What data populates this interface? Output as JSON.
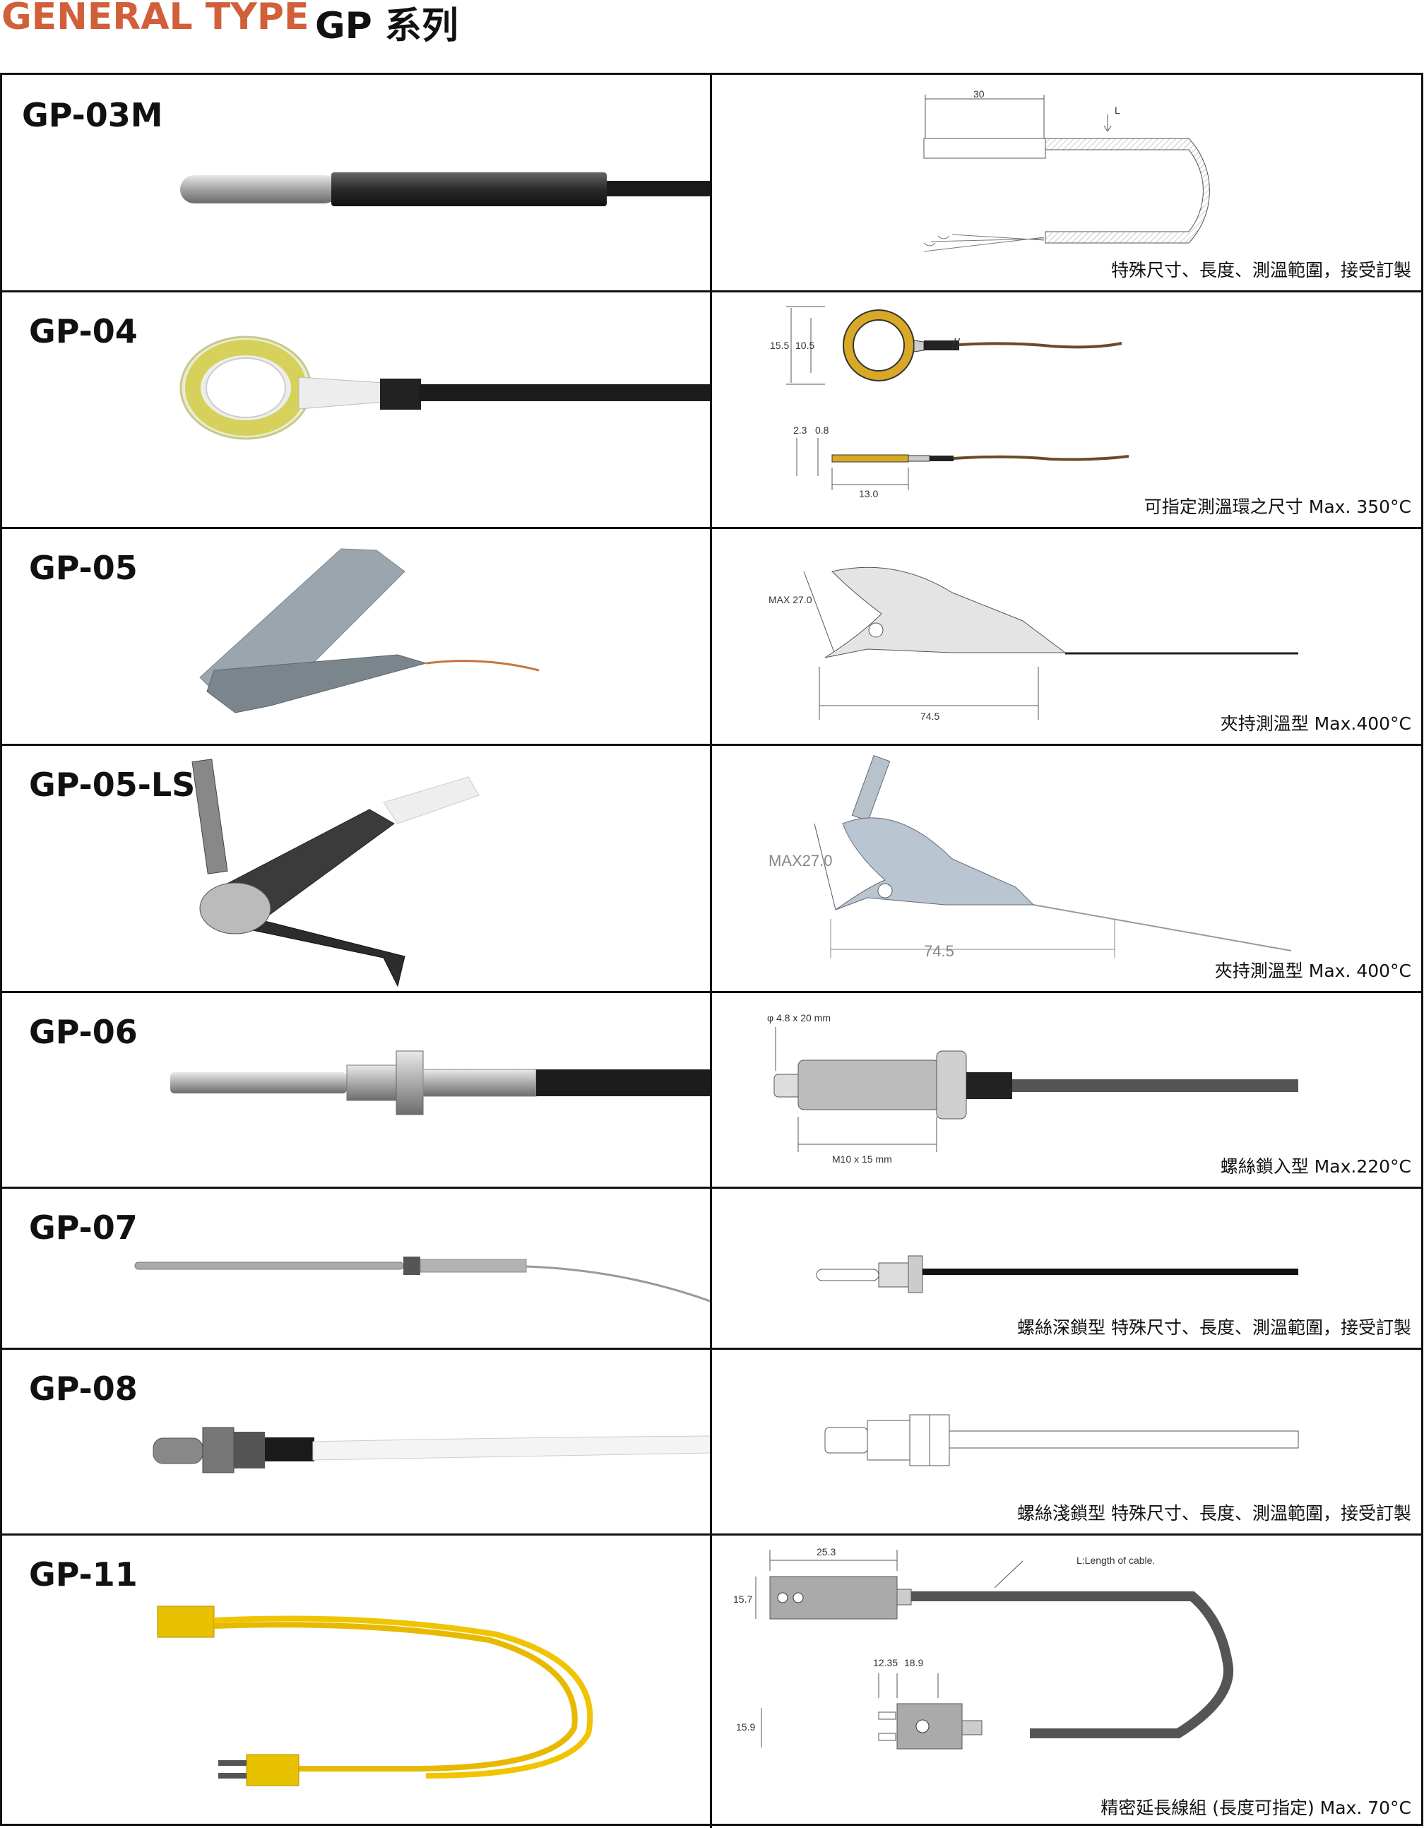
{
  "header": {
    "title_en": "GENERAL TYPE",
    "title_zh": "GP 系列"
  },
  "rows": [
    {
      "model": "GP-03M",
      "caption": "特殊尺寸、長度、測溫範圍，接受訂製",
      "dims": [
        "30",
        "L"
      ]
    },
    {
      "model": "GP-04",
      "caption": "可指定測溫環之尺寸  Max. 350°C",
      "dims": [
        "15.5",
        "10.5",
        "2.3",
        "0.8",
        "13.0"
      ]
    },
    {
      "model": "GP-05",
      "caption": "夾持測溫型  Max.400°C",
      "dims": [
        "MAX 27.0",
        "74.5"
      ]
    },
    {
      "model": "GP-05-LS",
      "caption": "夾持測溫型  Max. 400°C",
      "dims": [
        "MAX27.0",
        "74.5"
      ]
    },
    {
      "model": "GP-06",
      "caption": "螺絲鎖入型  Max.220°C",
      "dims": [
        "φ 4.8 x 20 mm",
        "M10 x 15 mm"
      ]
    },
    {
      "model": "GP-07",
      "caption": "螺絲深鎖型  特殊尺寸、長度、測溫範圍，接受訂製",
      "dims": []
    },
    {
      "model": "GP-08",
      "caption": "螺絲淺鎖型  特殊尺寸、長度、測溫範圍，接受訂製",
      "dims": []
    },
    {
      "model": "GP-11",
      "caption": "精密延長線組 (長度可指定)  Max. 70°C",
      "dims": [
        "25.3",
        "L:Length of cable.",
        "15.7",
        "12.35",
        "18.9",
        "15.9"
      ]
    }
  ],
  "colors": {
    "accent": "#d05f3a",
    "border": "#111111"
  }
}
